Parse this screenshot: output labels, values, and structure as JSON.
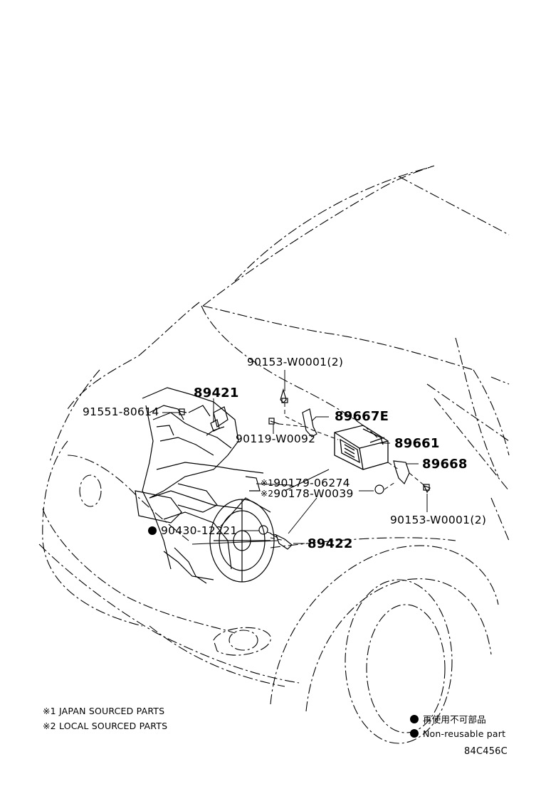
{
  "labels": {
    "p90153_top": "90153-W0001(2)",
    "p89421": "89421",
    "p91551": "91551-80614",
    "p89667e": "89667E",
    "p90119": "90119-W0092",
    "p89661": "89661",
    "p89668": "89668",
    "p90179": "90179-06274",
    "p90178": "90178-W0039",
    "p90430": "90430-12221",
    "p90153_bottom": "90153-W0001(2)",
    "p89422": "89422"
  },
  "markers": {
    "japan": "※1",
    "local": "※2"
  },
  "notes": {
    "japan": "※1 JAPAN SOURCED PARTS",
    "local": "※2 LOCAL SOURCED PARTS"
  },
  "legend": {
    "jp": "再使用不可部品",
    "en": "Non-reusable part"
  },
  "code": "84C456C"
}
